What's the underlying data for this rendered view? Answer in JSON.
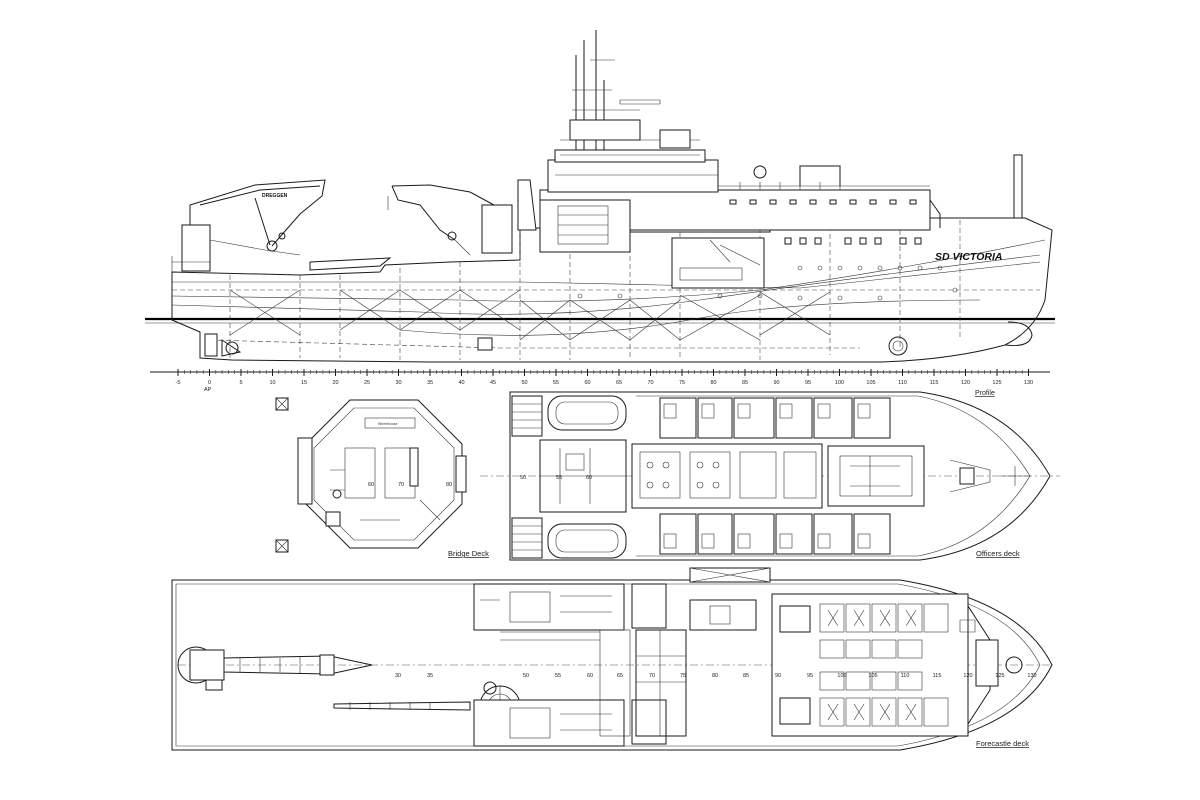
{
  "ship": {
    "name": "SD VICTORIA",
    "crane_label": "DREGGEN"
  },
  "views": {
    "profile": "Profile",
    "bridge_deck": "Bridge Deck",
    "officers_deck": "Officers deck",
    "forecastle_deck": "Forecastle deck"
  },
  "frame_scale": {
    "ticks": [
      "-5",
      "0",
      "5",
      "10",
      "15",
      "20",
      "25",
      "30",
      "35",
      "40",
      "45",
      "50",
      "55",
      "60",
      "65",
      "70",
      "75",
      "80",
      "85",
      "90",
      "95",
      "100",
      "105",
      "110",
      "115",
      "120",
      "125",
      "130"
    ],
    "ap_label": "AP"
  },
  "plan_frame_labels": {
    "bridge": [
      "60",
      "70",
      "80"
    ],
    "officers": [
      "50",
      "55",
      "60"
    ],
    "forecastle": [
      "30",
      "35",
      "50",
      "55",
      "60",
      "65",
      "70",
      "75",
      "80",
      "85",
      "90",
      "95",
      "100",
      "105",
      "110",
      "115",
      "120",
      "125",
      "130"
    ]
  },
  "colors": {
    "ink": "#1a1a1a",
    "paper": "#ffffff"
  }
}
